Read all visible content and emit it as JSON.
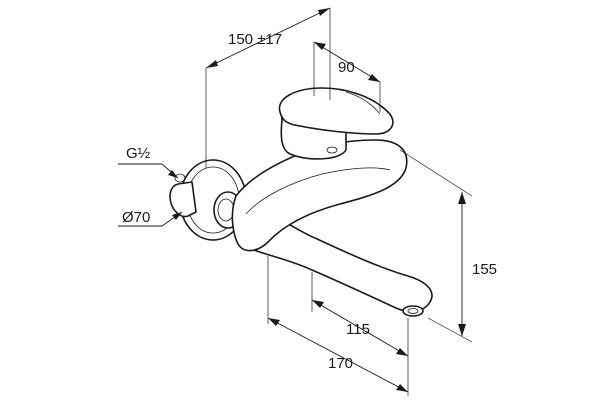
{
  "dimensions": {
    "width_total": "150 ±17",
    "lever_depth": "90",
    "thread": "G½",
    "rosette_diameter": "Ø70",
    "height": "155",
    "spout_reach": "115",
    "overall_reach": "170"
  },
  "colors": {
    "line": "#1a1a1a",
    "background": "#ffffff"
  }
}
